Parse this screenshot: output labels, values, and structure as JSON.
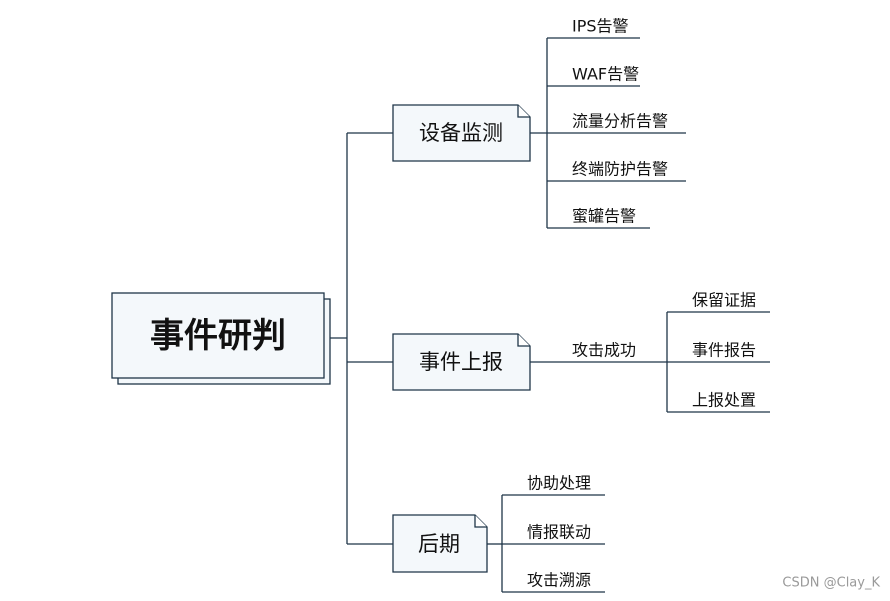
{
  "diagram": {
    "root": {
      "label": "事件研判"
    },
    "branches": [
      {
        "label": "设备监测",
        "children": [
          "IPS告警",
          "WAF告警",
          "流量分析告警",
          "终端防护告警",
          "蜜罐告警"
        ]
      },
      {
        "label": "事件上报",
        "mid": "攻击成功",
        "children": [
          "保留证据",
          "事件报告",
          "上报处置"
        ]
      },
      {
        "label": "后期",
        "children": [
          "协助处理",
          "情报联动",
          "攻击溯源"
        ]
      }
    ]
  },
  "watermark": "CSDN @Clay_K"
}
